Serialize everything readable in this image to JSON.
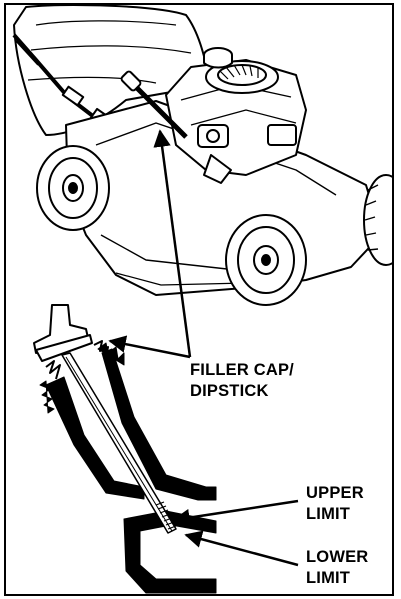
{
  "labels": {
    "filler_cap_line1": "FILLER CAP/",
    "filler_cap_line2": "DIPSTICK",
    "upper_limit_line1": "UPPER",
    "upper_limit_line2": "LIMIT",
    "lower_limit_line1": "LOWER",
    "lower_limit_line2": "LIMIT"
  },
  "colors": {
    "ink": "#000000",
    "background": "#ffffff"
  },
  "icons": {
    "mower": "lawn-mower-illustration",
    "dipstick": "dipstick-cross-section-illustration"
  }
}
